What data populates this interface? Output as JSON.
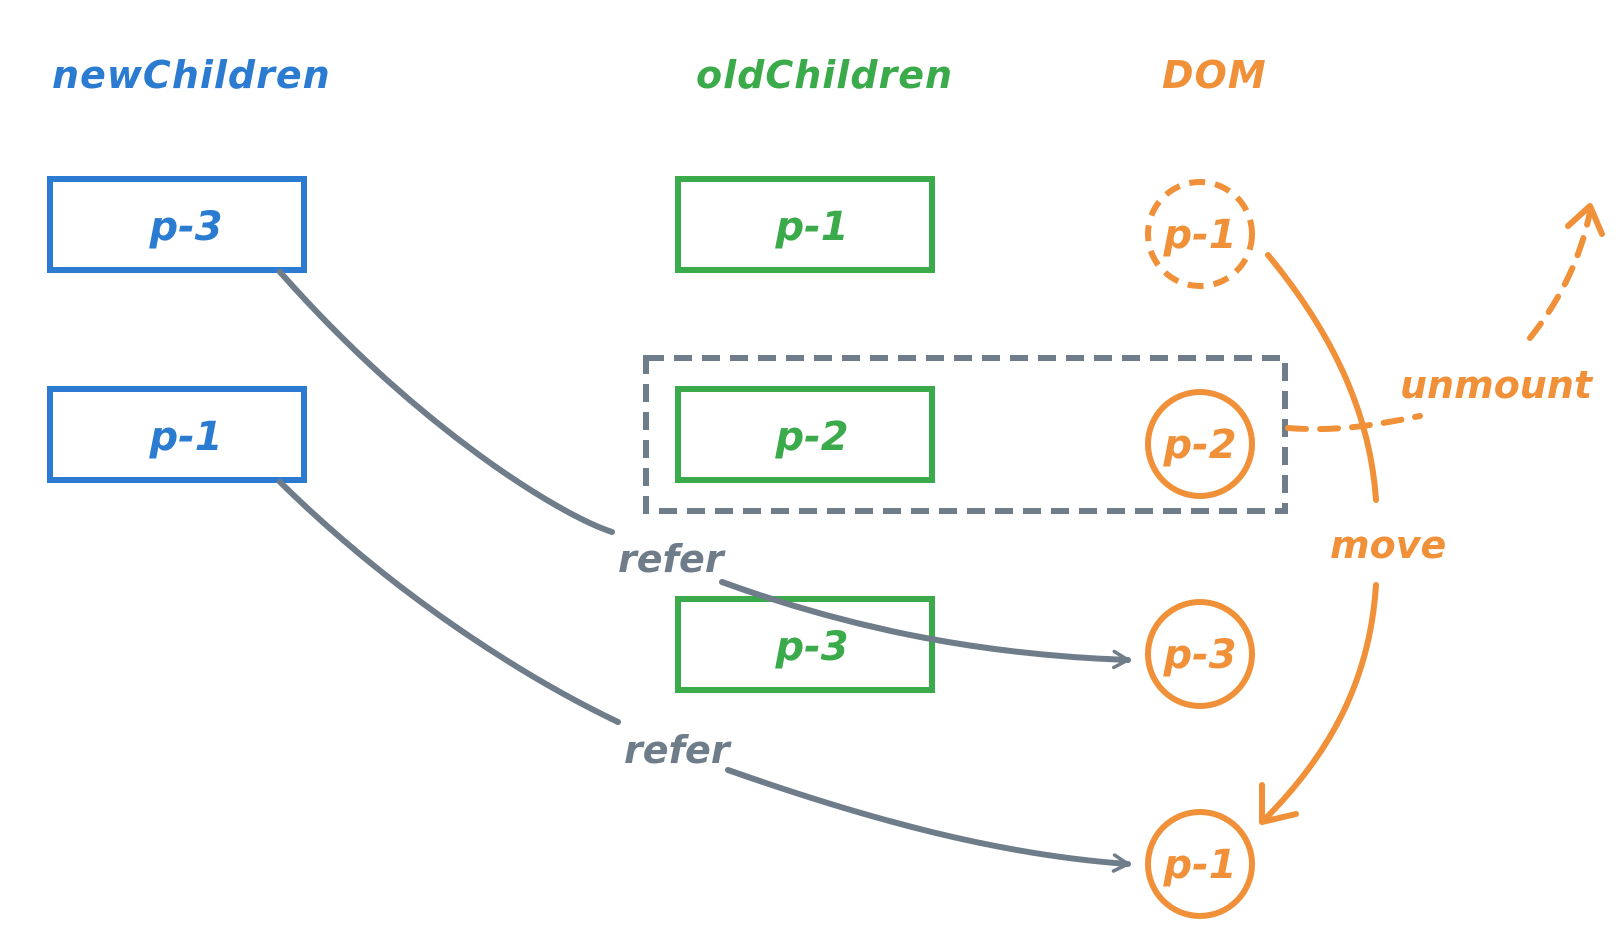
{
  "colors": {
    "new": "#2b7bd1",
    "old": "#3aaa4a",
    "dom": "#f0913a",
    "link": "#6f7c8a",
    "background": "#ffffff"
  },
  "columns": {
    "new": {
      "title": "newChildren"
    },
    "old": {
      "title": "oldChildren"
    },
    "dom": {
      "title": "DOM"
    }
  },
  "new_children": [
    {
      "label": "p-3"
    },
    {
      "label": "p-1"
    }
  ],
  "old_children": [
    {
      "label": "p-1"
    },
    {
      "label": "p-2"
    },
    {
      "label": "p-3"
    }
  ],
  "dom_nodes": [
    {
      "label": "p-1",
      "state": "moved-away"
    },
    {
      "label": "p-2",
      "state": "unmounted"
    },
    {
      "label": "p-3",
      "state": "kept"
    },
    {
      "label": "p-1",
      "state": "moved-here"
    }
  ],
  "edges": {
    "refer_1": {
      "label": "refer",
      "from": "new p-3",
      "to": "DOM p-3"
    },
    "refer_2": {
      "label": "refer",
      "from": "new p-1",
      "to": "DOM p-1"
    },
    "move": {
      "label": "move",
      "from": "DOM p-1",
      "to": "DOM p-1"
    },
    "unmount": {
      "label": "unmount",
      "from": "DOM p-2"
    }
  }
}
